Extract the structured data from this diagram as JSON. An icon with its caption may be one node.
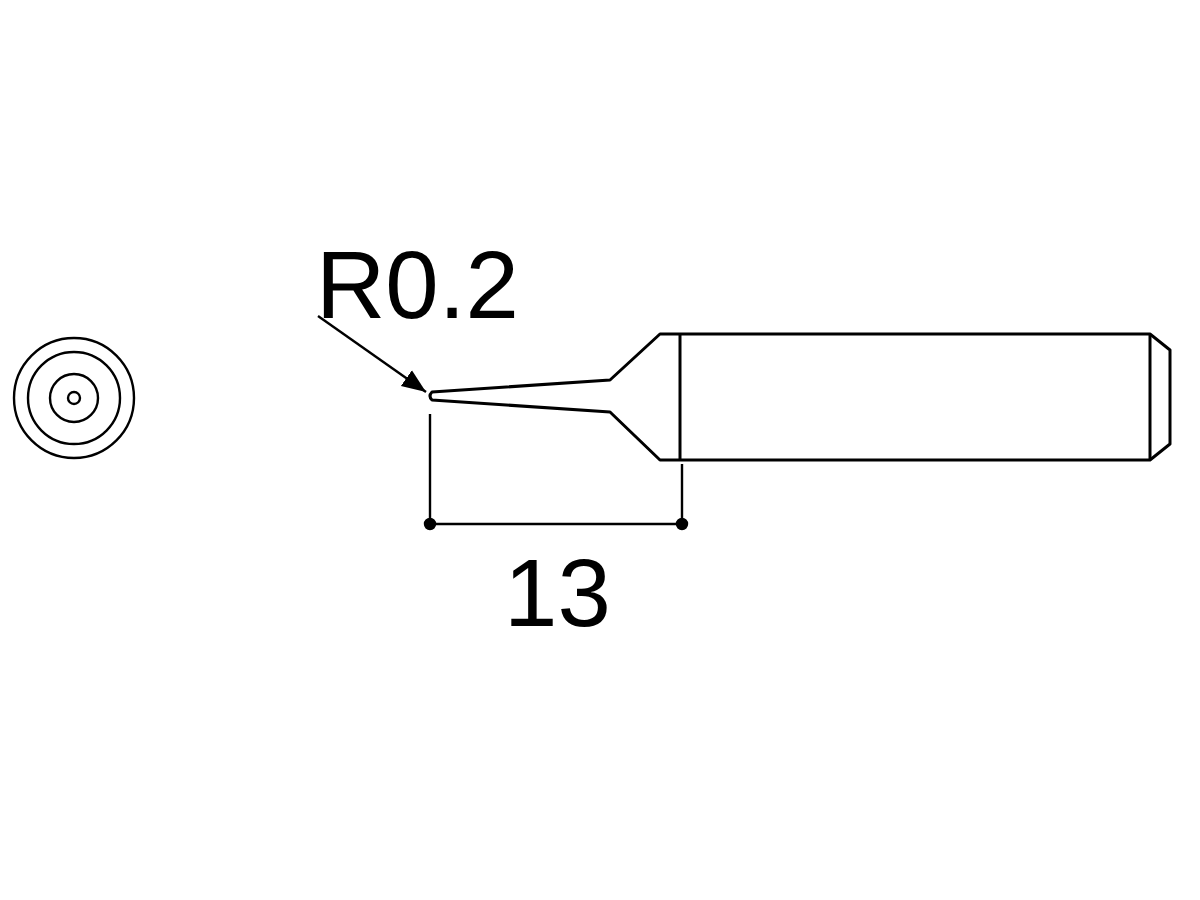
{
  "diagram": {
    "nodes": [
      {
        "text": [
          "R0.2"
        ]
      },
      {
        "text": [],
        "shape": "picture"
      }
    ],
    "edges": [
      {
        "from": 0,
        "to": 1,
        "arrow": "to"
      }
    ],
    "labels": [
      "13"
    ]
  }
}
